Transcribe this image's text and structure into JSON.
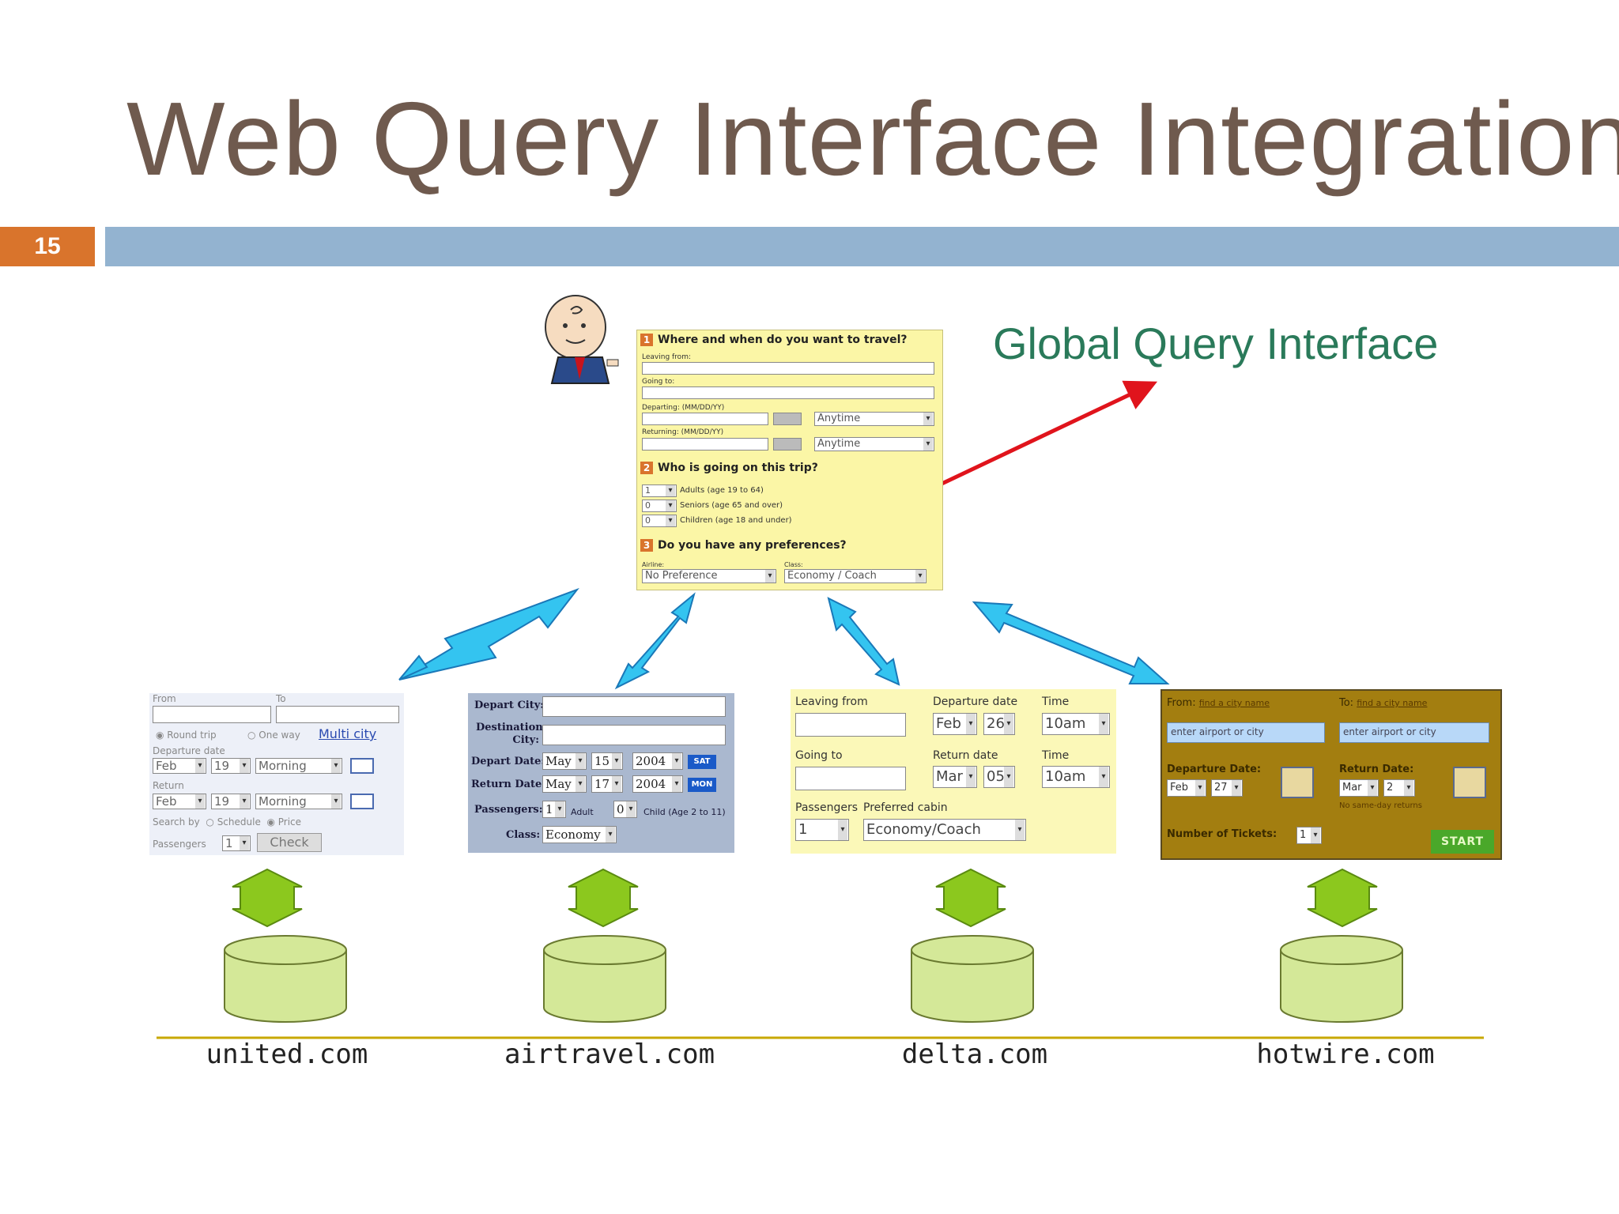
{
  "slide": {
    "title": "Web Query Interface Integration",
    "number": "15"
  },
  "global_interface": {
    "label": "Global Query Interface",
    "section1": {
      "num": "1",
      "title": "Where and when do you want to travel?"
    },
    "leaving_from": "Leaving from:",
    "going_to": "Going to:",
    "departing": "Departing: (MM/DD/YY)",
    "returning": "Returning: (MM/DD/YY)",
    "time_any": "Anytime",
    "section2": {
      "num": "2",
      "title": "Who is going on this trip?"
    },
    "adults": {
      "value": "1",
      "label": "Adults (age 19 to 64)"
    },
    "seniors": {
      "value": "0",
      "label": "Seniors (age 65 and over)"
    },
    "children": {
      "value": "0",
      "label": "Children (age 18 and under)"
    },
    "section3": {
      "num": "3",
      "title": "Do you have any preferences?"
    },
    "airline_label": "Airline:",
    "airline_value": "No Preference",
    "class_label": "Class:",
    "class_value": "Economy / Coach"
  },
  "sources": {
    "united": {
      "domain": "united.com",
      "from": "From",
      "to": "To",
      "round_trip": "Round trip",
      "one_way": "One way",
      "multi_city": "Multi city",
      "departure_date": "Departure date",
      "return": "Return",
      "dep_month": "Feb",
      "dep_day": "19",
      "dep_time": "Morning",
      "ret_month": "Feb",
      "ret_day": "19",
      "ret_time": "Morning",
      "search_by": "Search by",
      "schedule": "Schedule",
      "price": "Price",
      "passengers": "Passengers",
      "passengers_value": "1",
      "check": "Check"
    },
    "airtravel": {
      "domain": "airtravel.com",
      "depart_city": "Depart City:",
      "destination_city": "Destination City:",
      "depart_date": "Depart Date:",
      "dep_month": "May",
      "dep_day": "15",
      "dep_year": "2004",
      "dep_dow": "SAT",
      "return_date": "Return Date:",
      "ret_month": "May",
      "ret_day": "17",
      "ret_year": "2004",
      "ret_dow": "MON",
      "passengers": "Passengers:",
      "adult_value": "1",
      "adult": "Adult",
      "child_value": "0",
      "child": "Child (Age 2 to 11)",
      "class": "Class:",
      "class_value": "Economy"
    },
    "delta": {
      "domain": "delta.com",
      "leaving_from": "Leaving from",
      "going_to": "Going to",
      "departure_date": "Departure date",
      "dep_month": "Feb",
      "dep_day": "26",
      "time": "Time",
      "dep_time": "10am",
      "return_date": "Return date",
      "ret_month": "Mar",
      "ret_day": "05",
      "ret_time": "10am",
      "passengers": "Passengers",
      "passengers_value": "1",
      "preferred_cabin": "Preferred cabin",
      "cabin_value": "Economy/Coach"
    },
    "hotwire": {
      "domain": "hotwire.com",
      "from": "From:",
      "from_hint": "find a city name",
      "from_placeholder": "enter airport or city",
      "to": "To:",
      "to_hint": "find a city name",
      "to_placeholder": "enter airport or city",
      "departure_date": "Departure Date:",
      "dep_month": "Feb",
      "dep_day": "27",
      "return_date": "Return Date:",
      "ret_month": "Mar",
      "ret_day": "2",
      "same_day": "No same-day returns",
      "tickets": "Number of Tickets:",
      "tickets_value": "1",
      "start": "START"
    }
  },
  "colors": {
    "title": "#6f5a4e",
    "accent": "#d9742c",
    "bar": "#93b3d0",
    "global_label": "#2a7a5a",
    "red_arrow": "#e0141c",
    "cyan_arrow": "#34c4f0",
    "green_arrow": "#8cc81e",
    "database": "#d4e898",
    "baseline": "#c8a800"
  }
}
